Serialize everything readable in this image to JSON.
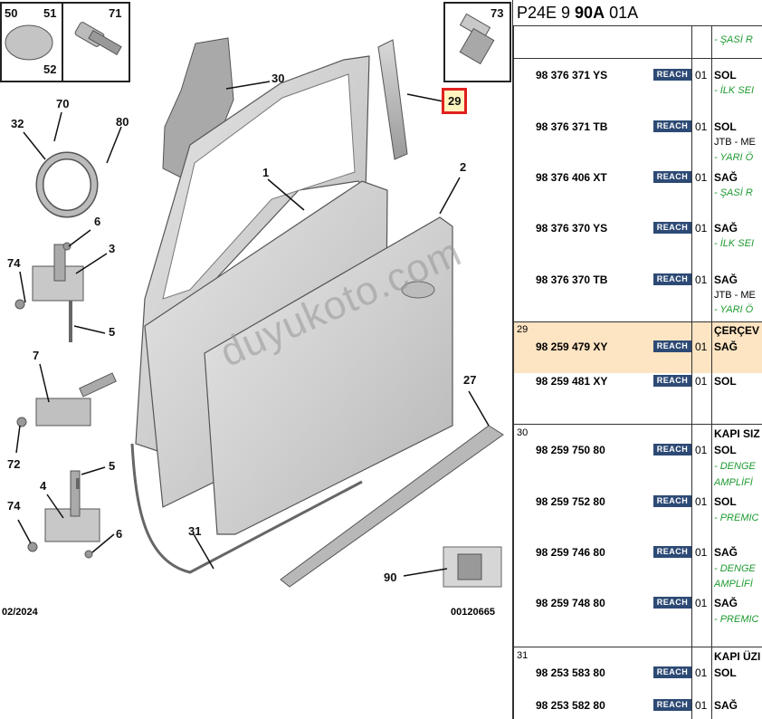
{
  "diagram": {
    "callouts": [
      {
        "id": "c50",
        "text": "50"
      },
      {
        "id": "c51",
        "text": "51"
      },
      {
        "id": "c52",
        "text": "52"
      },
      {
        "id": "c71",
        "text": "71"
      },
      {
        "id": "c73",
        "text": "73"
      },
      {
        "id": "c30",
        "text": "30"
      },
      {
        "id": "c29",
        "text": "29"
      },
      {
        "id": "c70",
        "text": "70"
      },
      {
        "id": "c32",
        "text": "32"
      },
      {
        "id": "c80",
        "text": "80"
      },
      {
        "id": "c1",
        "text": "1"
      },
      {
        "id": "c2",
        "text": "2"
      },
      {
        "id": "c6a",
        "text": "6"
      },
      {
        "id": "c3",
        "text": "3"
      },
      {
        "id": "c74a",
        "text": "74"
      },
      {
        "id": "c5a",
        "text": "5"
      },
      {
        "id": "c7",
        "text": "7"
      },
      {
        "id": "c27",
        "text": "27"
      },
      {
        "id": "c72",
        "text": "72"
      },
      {
        "id": "c5b",
        "text": "5"
      },
      {
        "id": "c4",
        "text": "4"
      },
      {
        "id": "c74b",
        "text": "74"
      },
      {
        "id": "c6b",
        "text": "6"
      },
      {
        "id": "c31",
        "text": "31"
      },
      {
        "id": "c90",
        "text": "90"
      }
    ],
    "date": "02/2024",
    "ref": "00120665",
    "watermark": "duyukoto.com",
    "highlight_color": "#e0201e",
    "highlight_fill": "#fff5c0"
  },
  "catalog": {
    "header": {
      "code_a": "P24E 9 ",
      "code_b": "90A",
      "code_c": " 01A"
    },
    "reach_label": "REACH",
    "rows": [
      {
        "ref": "",
        "pn": "",
        "desc": "",
        "subs": [
          {
            "text": "- ŞASİ R",
            "green": true
          }
        ]
      },
      {
        "ref": "",
        "pn": "98 376 371 YS",
        "qty": "01",
        "desc": "SOL",
        "subs": [
          {
            "text": "- İLK SEI",
            "green": true
          }
        ]
      },
      {
        "ref": "",
        "pn": "98 376 371 TB",
        "qty": "01",
        "desc": "SOL",
        "subs": [
          {
            "text": "JTB - ME",
            "green": false
          },
          {
            "text": "- YARI Ö",
            "green": true
          }
        ]
      },
      {
        "ref": "",
        "pn": "98 376 406 XT",
        "qty": "01",
        "desc": "SAĞ",
        "subs": [
          {
            "text": "- ŞASİ R",
            "green": true
          }
        ]
      },
      {
        "ref": "",
        "pn": "98 376 370 YS",
        "qty": "01",
        "desc": "SAĞ",
        "subs": [
          {
            "text": "- İLK SEI",
            "green": true
          }
        ]
      },
      {
        "ref": "",
        "pn": "98 376 370 TB",
        "qty": "01",
        "desc": "SAĞ",
        "subs": [
          {
            "text": "JTB - ME",
            "green": false
          },
          {
            "text": "- YARI Ö",
            "green": true
          }
        ]
      },
      {
        "ref": "29",
        "pn": "98 259 479 XY",
        "qty": "01",
        "desc": "ÇERÇEV",
        "desc2": "SAĞ",
        "subs": []
      },
      {
        "ref": "",
        "pn": "98 259 481 XY",
        "qty": "01",
        "desc": "SOL",
        "subs": []
      },
      {
        "ref": "30",
        "pn": "98 259 750 80",
        "qty": "01",
        "desc": "KAPI SIZ",
        "desc2": "SOL",
        "subs": [
          {
            "text": "- DENGE",
            "green": true
          },
          {
            "text": "AMPLİFİ",
            "green": true
          }
        ]
      },
      {
        "ref": "",
        "pn": "98 259 752 80",
        "qty": "01",
        "desc": "SOL",
        "subs": [
          {
            "text": "- PREMIC",
            "green": true
          }
        ]
      },
      {
        "ref": "",
        "pn": "98 259 746 80",
        "qty": "01",
        "desc": "SAĞ",
        "subs": [
          {
            "text": "- DENGE",
            "green": true
          },
          {
            "text": "AMPLİFİ",
            "green": true
          }
        ]
      },
      {
        "ref": "",
        "pn": "98 259 748 80",
        "qty": "01",
        "desc": "SAĞ",
        "subs": [
          {
            "text": "- PREMIC",
            "green": true
          }
        ]
      },
      {
        "ref": "31",
        "pn": "98 253 583 80",
        "qty": "01",
        "desc": "KAPI ÜZI",
        "desc2": "SOL",
        "subs": []
      },
      {
        "ref": "",
        "pn": "98 253 582 80",
        "qty": "01",
        "desc": "SAĞ",
        "subs": []
      }
    ]
  }
}
